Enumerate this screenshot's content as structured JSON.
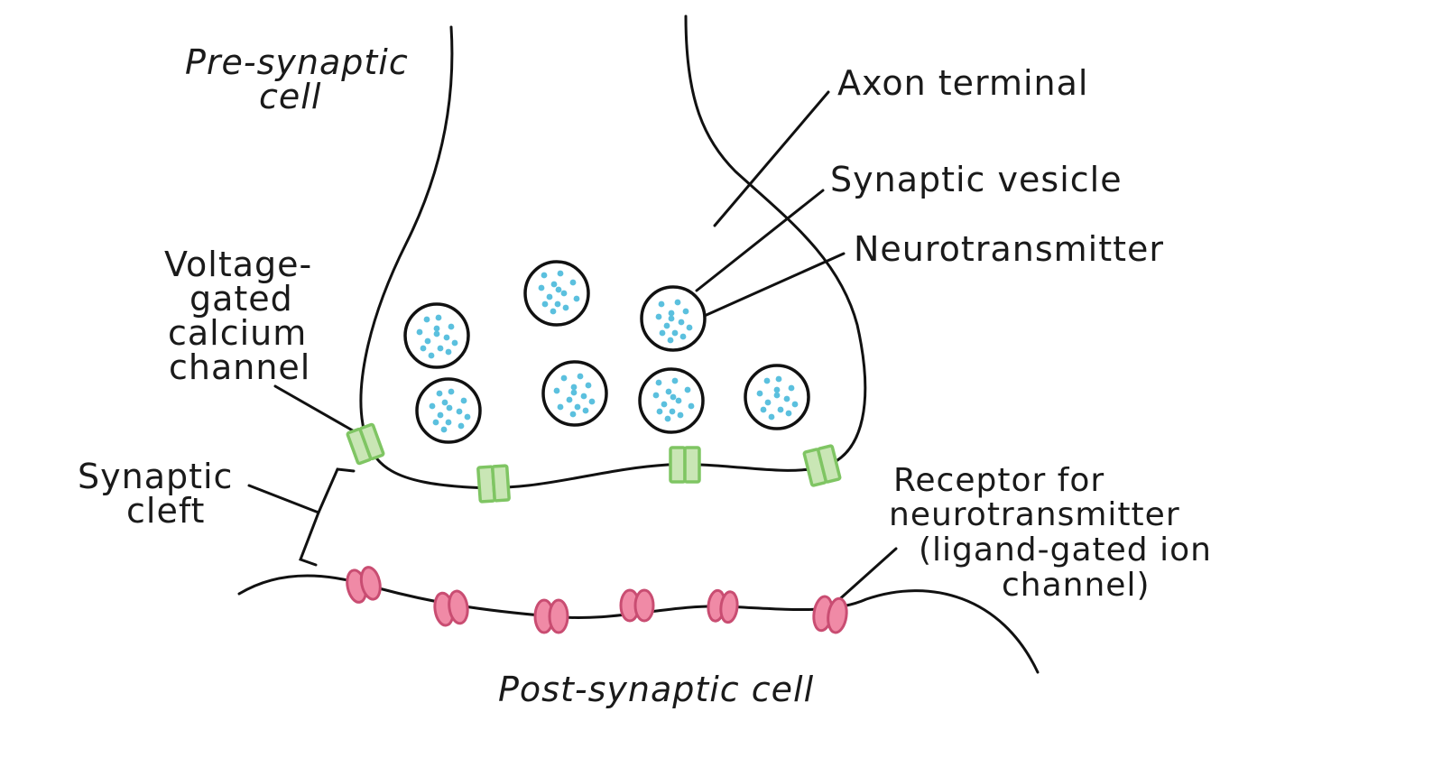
{
  "labels": {
    "presynaptic_line1": "Pre-synaptic",
    "presynaptic_line2": "cell",
    "axon_terminal": "Axon terminal",
    "synaptic_vesicle": "Synaptic vesicle",
    "neurotransmitter": "Neurotransmitter",
    "vgcc_line1": "Voltage-",
    "vgcc_line2": "gated",
    "vgcc_line3": "calcium",
    "vgcc_line4": "channel",
    "cleft_line1": "Synaptic",
    "cleft_line2": "cleft",
    "receptor_line1": "Receptor for",
    "receptor_line2": "neurotransmitter",
    "receptor_line3": "(ligand-gated ion",
    "receptor_line4": "channel)",
    "postsynaptic": "Post-synaptic cell"
  },
  "colors": {
    "outline": "#111111",
    "vesicle_fill": "#ffffff",
    "neurotransmitter_dot": "#5bc0de",
    "calcium_channel_fill": "#c9e6b5",
    "calcium_channel_stroke": "#7fc563",
    "receptor_fill": "#f08aa6",
    "receptor_stroke": "#c94d72"
  }
}
